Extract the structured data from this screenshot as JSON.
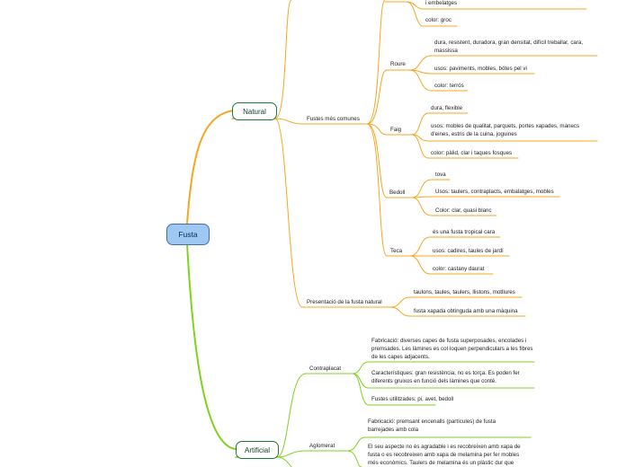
{
  "root": {
    "label": "Fusta"
  },
  "natural": {
    "label": "Natural",
    "species_group": "Fustes més comunes",
    "top_items": [
      "i embelatges",
      "color: groc"
    ],
    "roure": {
      "label": "Roure",
      "items": [
        "dura, resistent, duradora, gran densitat, difícil treballar, cara, massissa",
        "usos: paviments, mobles, bótes pel vi",
        "color: terrós"
      ]
    },
    "faig": {
      "label": "Faig",
      "items": [
        "dura, flexible",
        "usos: mobles de qualitat, parquets, portes xapades, mànecs d'eines, estris de la cuina, joguines",
        "color: pàlid, clar i taques fosques"
      ]
    },
    "bedoll": {
      "label": "Bedoll",
      "items": [
        "tova",
        "Usos: taulers, contraplacts, embalatges, mobles",
        "Color: clar, quasi blanc"
      ]
    },
    "teca": {
      "label": "Teca",
      "items": [
        "és una fusta tropical cara",
        "usos: cadires, taules de jardí",
        "color: castany daurat"
      ]
    },
    "presentacio": {
      "label": "Presentació de la fusta natural",
      "items": [
        "taulons, taules, taulers, llistons, motllures",
        "fusta xapada obtinguda amb una màquina"
      ]
    }
  },
  "artificial": {
    "label": "Artificial",
    "contraplacat": {
      "label": "Contraplacat",
      "items": [
        "Fabricació: diverses capes de fusta superposades, encolades i premsades. Les làmines es col·loquen perpendiculars a les fibres de les capes adjacents.",
        "Característiques: gran resistència, no es torça. Es poden fer diferents gruixos en funció dels làmines que conté.",
        "Fustes utilitzades: pi, avet, bedoll"
      ]
    },
    "aglomerat": {
      "label": "Aglomerat",
      "items": [
        "Fabricació: premsant encenalls (partícules) de fusta barrejades amb cola",
        "El seu aspecte no és agradable i es recobreixen amb xapa de fusta o es recobreixen amb xapa de melamina per fer mobles més econòmics. Taulers de melamina és un plàstic dur que"
      ]
    }
  },
  "colors": {
    "natural_branch": "#f5a623",
    "artificial_branch": "#7ed321",
    "root_fill": "#9ec8f2",
    "root_border": "#3b6fb6"
  }
}
